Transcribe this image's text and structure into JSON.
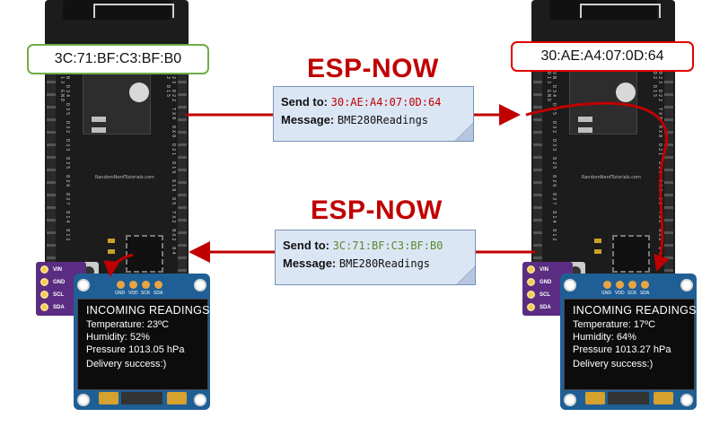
{
  "left_board": {
    "mac": "3C:71:BF:C3:BF:B0",
    "maker": "RandomNerdTutorials.com"
  },
  "right_board": {
    "mac": "30:AE:A4:07:0D:64",
    "maker": "RandomNerdTutorials.com"
  },
  "top_message": {
    "protocol": "ESP-NOW",
    "send_to_label": "Send to:",
    "send_to_value": "30:AE:A4:07:0D:64",
    "message_label": "Message:",
    "message_value": "BME280Readings"
  },
  "bottom_message": {
    "protocol": "ESP-NOW",
    "send_to_label": "Send to:",
    "send_to_value": "3C:71:BF:C3:BF:B0",
    "message_label": "Message:",
    "message_value": "BME280Readings"
  },
  "sensor_pins": [
    "VIN",
    "GND",
    "SCL",
    "SDA"
  ],
  "oled_pins": [
    "GND",
    "VDD",
    "SCK",
    "SDA"
  ],
  "left_display": {
    "heading": "INCOMING   READINGS",
    "temperature": "Temperature: 23ºC",
    "humidity": "Humidity: 52%",
    "pressure": "Pressure 1013.05 hPa",
    "status": "Delivery success:)"
  },
  "right_display": {
    "heading": "INCOMING   READINGS",
    "temperature": "Temperature: 17ºC",
    "humidity": "Humidity: 64%",
    "pressure": "Pressure 1013.27 hPa",
    "status": "Delivery success:)"
  },
  "colors": {
    "arrow": "#c00000",
    "left_mac_border": "#70ad47",
    "right_mac_border": "#e00000",
    "send_to_top_value": "#c00000",
    "send_to_bottom_value": "#5a8a2a"
  }
}
